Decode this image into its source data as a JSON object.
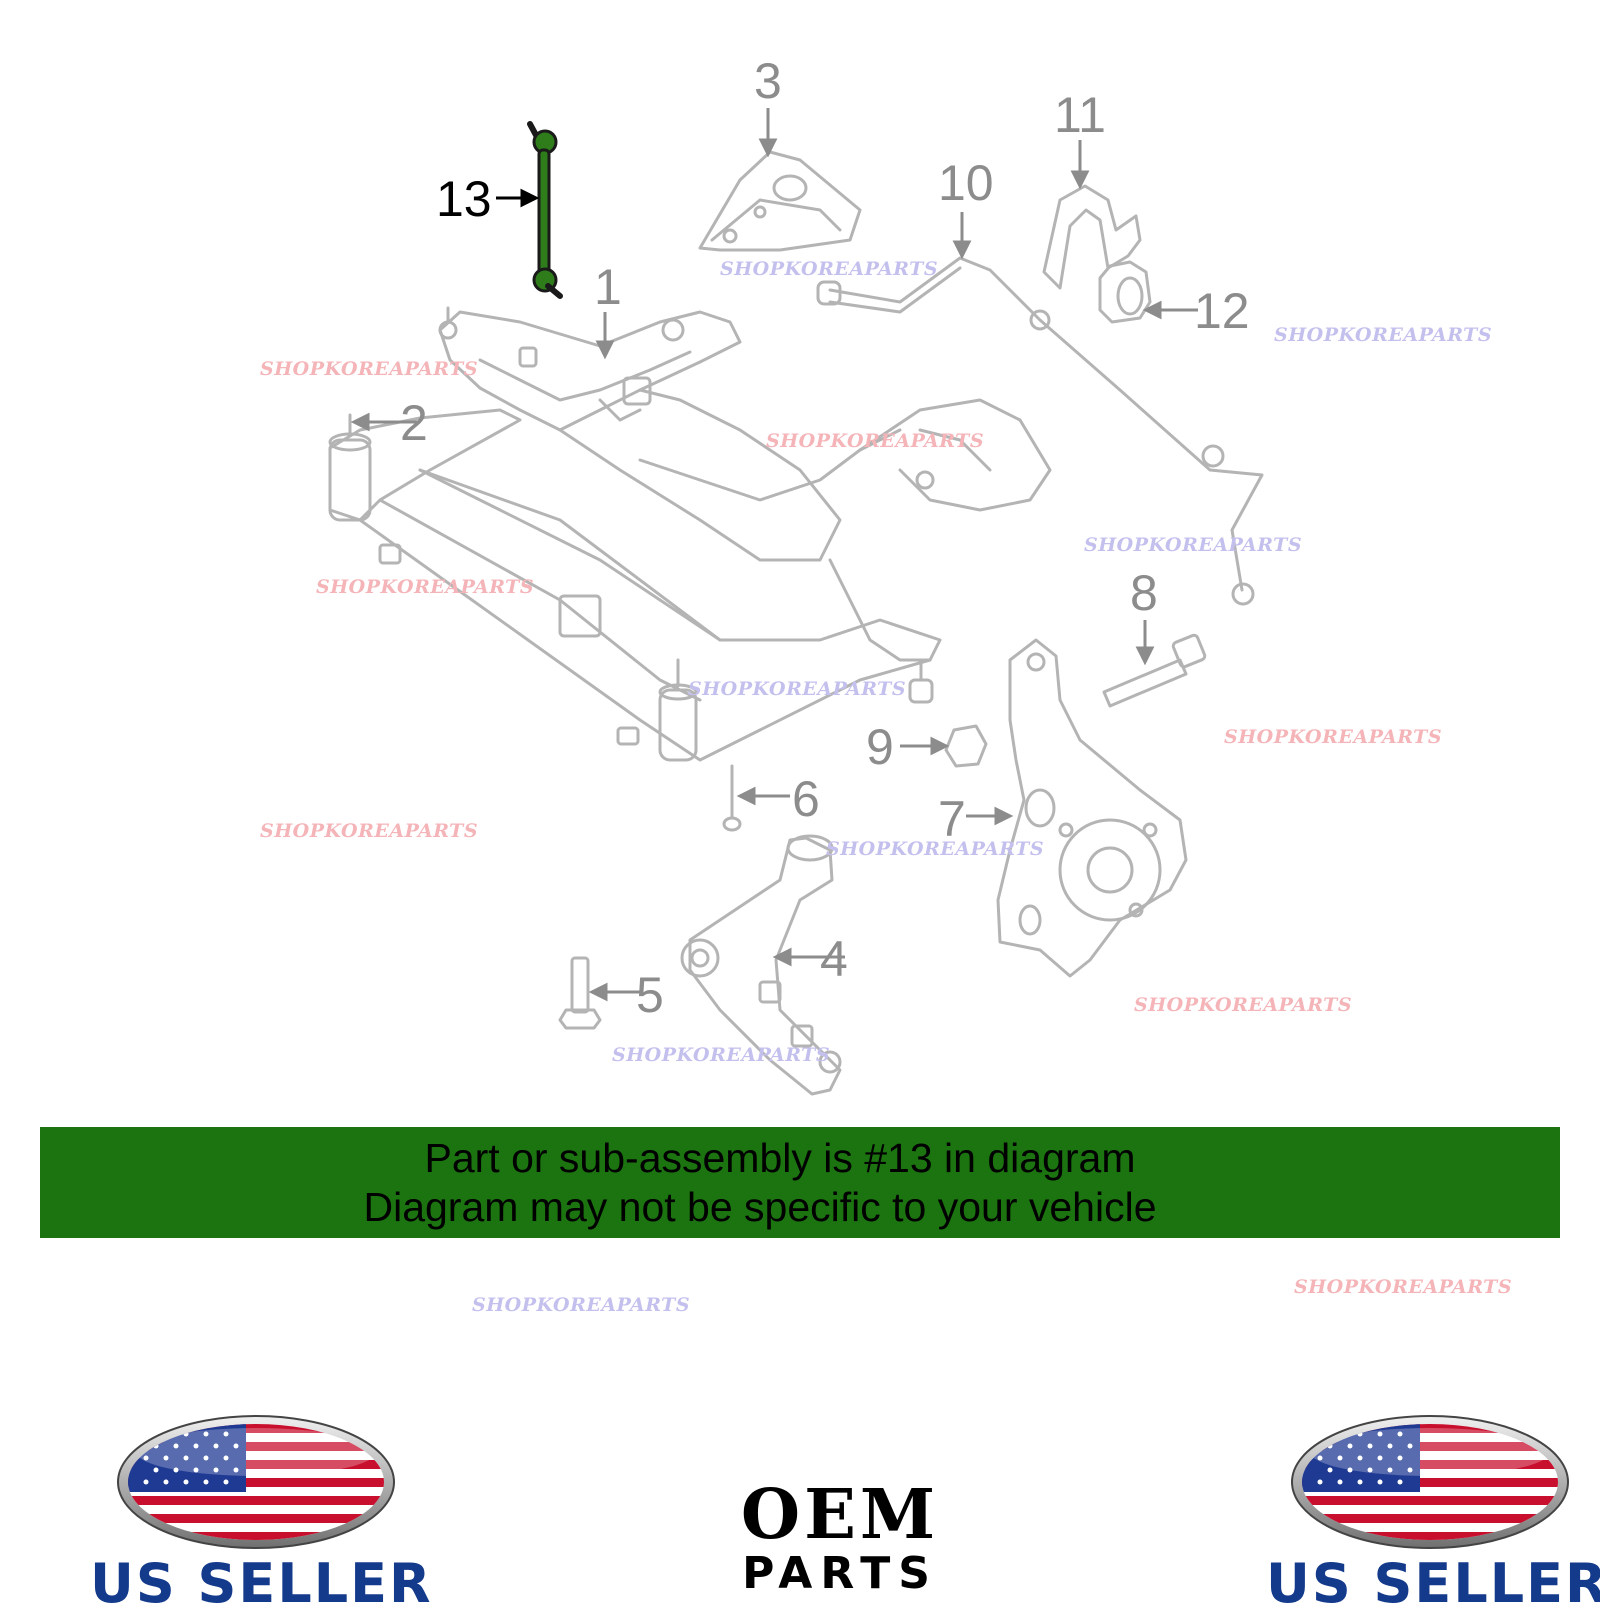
{
  "callouts": [
    {
      "id": "1",
      "label": "1",
      "highlighted": false
    },
    {
      "id": "2",
      "label": "2",
      "highlighted": false
    },
    {
      "id": "3",
      "label": "3",
      "highlighted": false
    },
    {
      "id": "4",
      "label": "4",
      "highlighted": false
    },
    {
      "id": "5",
      "label": "5",
      "highlighted": false
    },
    {
      "id": "6",
      "label": "6",
      "highlighted": false
    },
    {
      "id": "7",
      "label": "7",
      "highlighted": false
    },
    {
      "id": "8",
      "label": "8",
      "highlighted": false
    },
    {
      "id": "9",
      "label": "9",
      "highlighted": false
    },
    {
      "id": "10",
      "label": "10",
      "highlighted": false
    },
    {
      "id": "11",
      "label": "11",
      "highlighted": false
    },
    {
      "id": "12",
      "label": "12",
      "highlighted": false
    },
    {
      "id": "13",
      "label": "13",
      "highlighted": true
    }
  ],
  "watermark": "SHOPKOREAPARTS",
  "banner": {
    "line1": "Part or sub-assembly is #13 in diagram",
    "line2": "Diagram may not be specific to your vehicle",
    "color": "#1b7410"
  },
  "badges": {
    "left_label": "US SELLER",
    "right_label": "US SELLER",
    "oem_line1": "OEM",
    "oem_line2": "PARTS"
  },
  "colors": {
    "highlight_part": "#2e7d1a",
    "outline": "#b4b4b4",
    "callout_text": "#8c8c8c",
    "seller_text": "#143a8c"
  }
}
